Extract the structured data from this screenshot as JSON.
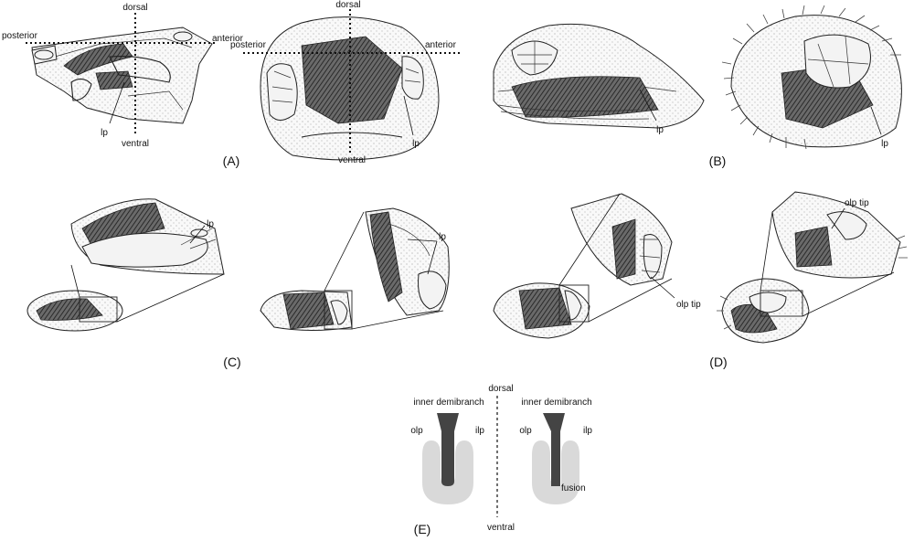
{
  "orientation": {
    "dorsal": "dorsal",
    "ventral": "ventral",
    "posterior": "posterior",
    "anterior": "anterior"
  },
  "labels": {
    "lp": "lp",
    "olp_tip": "olp tip",
    "inner_demibranch": "inner demibranch",
    "olp": "olp",
    "ilp": "ilp",
    "fusion": "fusion"
  },
  "panels": {
    "A": "(A)",
    "B": "(B)",
    "C": "(C)",
    "D": "(D)",
    "E": "(E)"
  },
  "colors": {
    "ink": "#111111",
    "dark_grey": "#444444",
    "light_grey": "#d9d9d9"
  }
}
